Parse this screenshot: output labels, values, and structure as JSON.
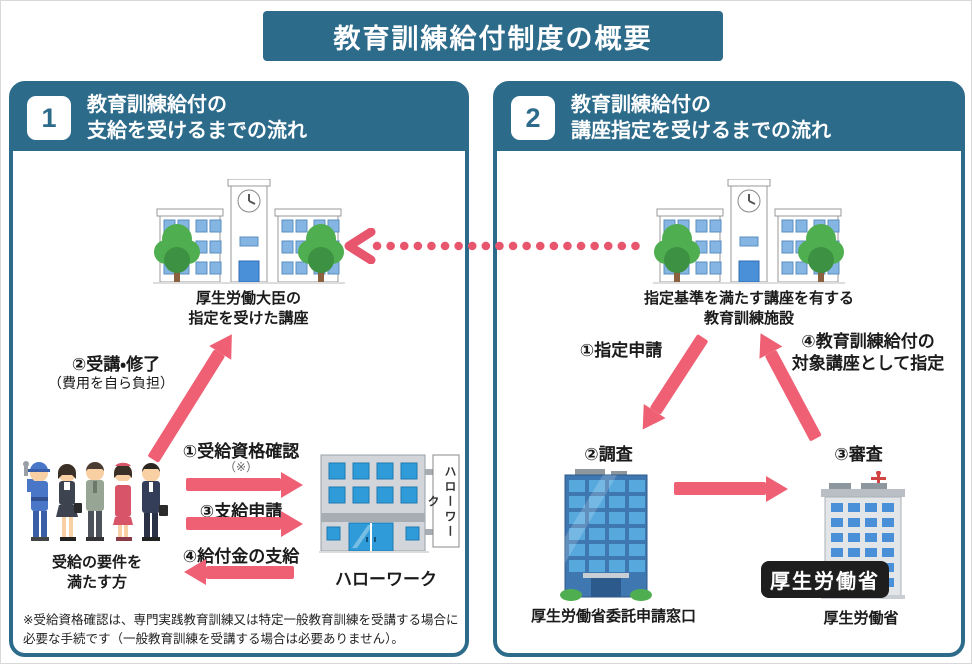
{
  "title": "教育訓練給付制度の概要",
  "colors": {
    "teal": "#2d6b8b",
    "pink": "#ef6075"
  },
  "panel1": {
    "number": "1",
    "title": [
      "教育訓練給付の",
      "支給を受けるまでの流れ"
    ],
    "course_label": [
      "厚生労働大臣の",
      "指定を受けた講座"
    ],
    "step1": "①受給資格確認",
    "step1_note": "（※）",
    "step2": "②受講・修了",
    "step2_note": "（費用を自ら負担）",
    "step3": "③支給申請",
    "step4": "④給付金の支給",
    "people_label": [
      "受給の要件を",
      "満たす方"
    ],
    "hellowork_label": "ハローワーク",
    "hellowork_sign": "ハローワーク",
    "footnote": "※受給資格確認は、専門実践教育訓練又は特定一般教育訓練を受講する場合に必要な手続です（一般教育訓練を受講する場合は必要ありません）。"
  },
  "panel2": {
    "number": "2",
    "title": [
      "教育訓練給付の",
      "講座指定を受けるまでの流れ"
    ],
    "facility_label": [
      "指定基準を満たす講座を有する",
      "教育訓練施設"
    ],
    "step1": "①指定申請",
    "step2": "②調査",
    "step3": "③審査",
    "step4": [
      "④教育訓練給付の",
      "対象講座として指定"
    ],
    "window_label": "厚生労働省委託申請窓口",
    "mhlw_badge": "厚生労働省",
    "mhlw_label": "厚生労働省"
  }
}
